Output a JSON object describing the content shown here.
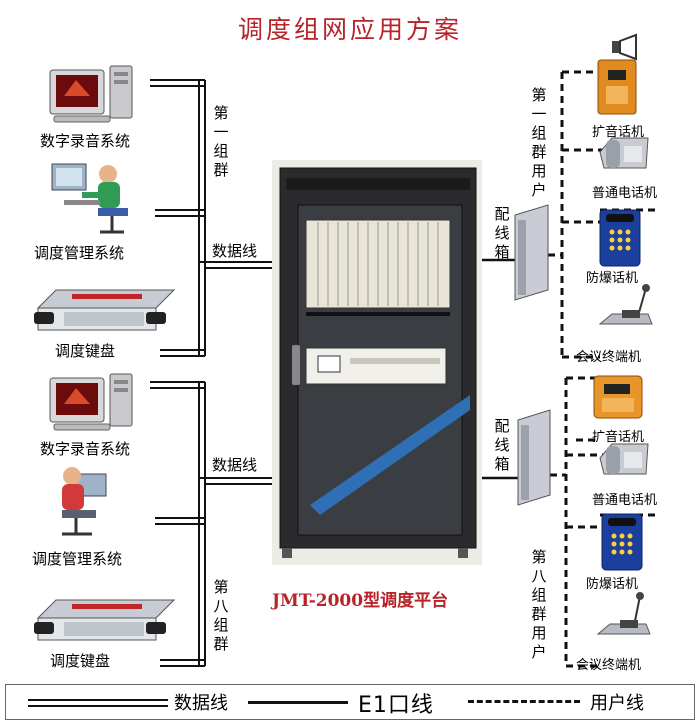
{
  "title": "调度组网应用方案",
  "left": {
    "group1": {
      "recorder": "数字录音系统",
      "dispatcher": "调度管理系统",
      "keyboard": "调度键盘",
      "group_label": "第一组群",
      "data_line": "数据线"
    },
    "group8": {
      "recorder": "数字录音系统",
      "dispatcher": "调度管理系统",
      "keyboard": "调度键盘",
      "group_label": "第八组群",
      "data_line": "数据线"
    }
  },
  "center": {
    "platform": "JMT-2000型调度平台"
  },
  "right": {
    "group1": {
      "users_label": "第一组群用户",
      "box_label": "配线箱",
      "phones": [
        "扩音话机",
        "普通电话机",
        "防爆话机",
        "会议终端机"
      ]
    },
    "group8": {
      "users_label": "第八组群用户",
      "box_label": "配线箱",
      "phones": [
        "扩音话机",
        "普通电话机",
        "防爆话机",
        "会议终端机"
      ]
    }
  },
  "legend": {
    "data_line": "数据线",
    "e1_line": "E1口线",
    "user_line": "用户线"
  }
}
